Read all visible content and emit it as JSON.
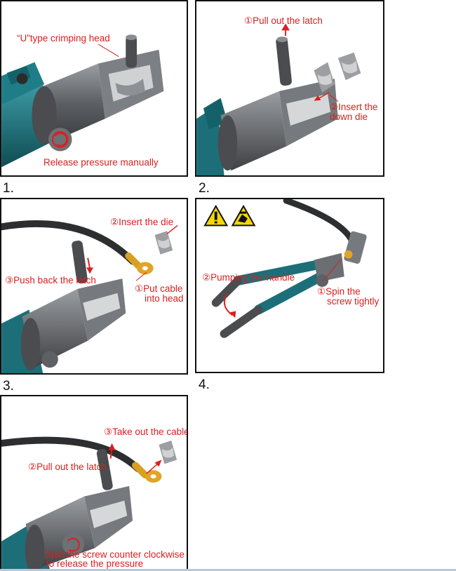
{
  "steps": [
    {
      "number": "1.",
      "labels": {
        "head": "“U”type crimping head",
        "release": "Release pressure manually"
      }
    },
    {
      "number": "2.",
      "labels": {
        "latch": "①Pull out the latch",
        "die_line1": "②Insert the",
        "die_line2": "down die"
      }
    },
    {
      "number": "3.",
      "labels": {
        "die": "②Insert the die",
        "latch": "③Push back the latch",
        "cable_line1": "①Put cable",
        "cable_line2": "into head"
      }
    },
    {
      "number": "4.",
      "labels": {
        "pump": "②Pumping the handle",
        "spin_line1": "①Spin the",
        "spin_line2": "screw tightly"
      },
      "warning_icons": [
        "warning-triangle-icon",
        "hand-crush-warning-icon"
      ]
    },
    {
      "number": "",
      "labels": {
        "take": "③Take out the cable",
        "latch": "②Pull out the latch",
        "spin_line1": "Spin the screw counter clockwise",
        "spin_line2": "to release the pressure"
      }
    }
  ],
  "colors": {
    "label_red": "#d92020",
    "tool_teal": "#1c6f78",
    "metal_grey": "#6b6e72",
    "warning_yellow": "#f5d800"
  }
}
